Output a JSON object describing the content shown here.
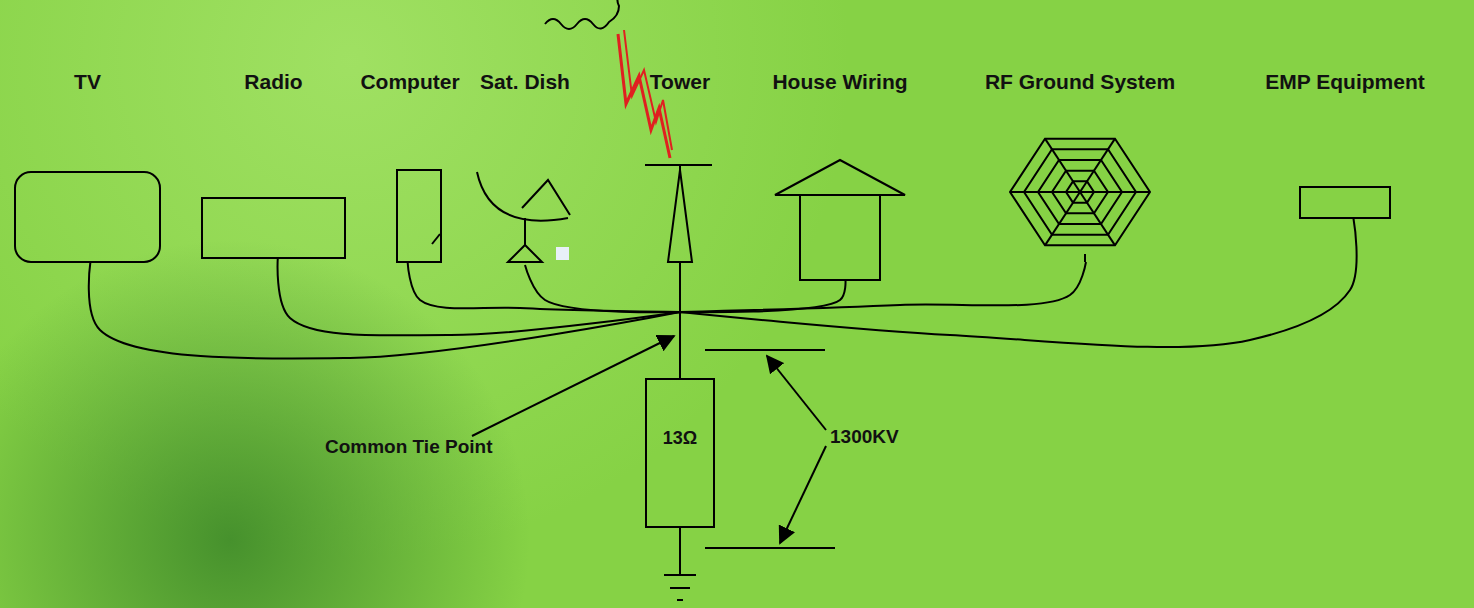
{
  "diagram": {
    "nodes": [
      {
        "text": [
          "TV"
        ]
      },
      {
        "text": [
          "Radio"
        ]
      },
      {
        "text": [
          "Computer"
        ]
      },
      {
        "text": [
          "Sat. Dish"
        ]
      },
      {
        "text": [
          "Tower"
        ]
      },
      {
        "text": [
          "House Wiring"
        ]
      },
      {
        "text": [
          "RF Ground System"
        ]
      },
      {
        "text": [
          "EMP Equipment"
        ]
      },
      {
        "text": [
          "13Ω"
        ]
      }
    ],
    "edges": [
      {
        "from": 0,
        "to": 8,
        "arrow": "none"
      },
      {
        "from": 1,
        "to": 8,
        "arrow": "none"
      },
      {
        "from": 2,
        "to": 8,
        "arrow": "none"
      },
      {
        "from": 3,
        "to": 8,
        "arrow": "none"
      },
      {
        "from": 4,
        "to": 8,
        "arrow": "none"
      },
      {
        "from": 5,
        "to": 8,
        "arrow": "none"
      },
      {
        "from": 6,
        "to": 8,
        "arrow": "none"
      },
      {
        "from": 7,
        "to": 8,
        "arrow": "none"
      }
    ],
    "labels": [
      "Common Tie Point",
      "1300KV"
    ]
  }
}
